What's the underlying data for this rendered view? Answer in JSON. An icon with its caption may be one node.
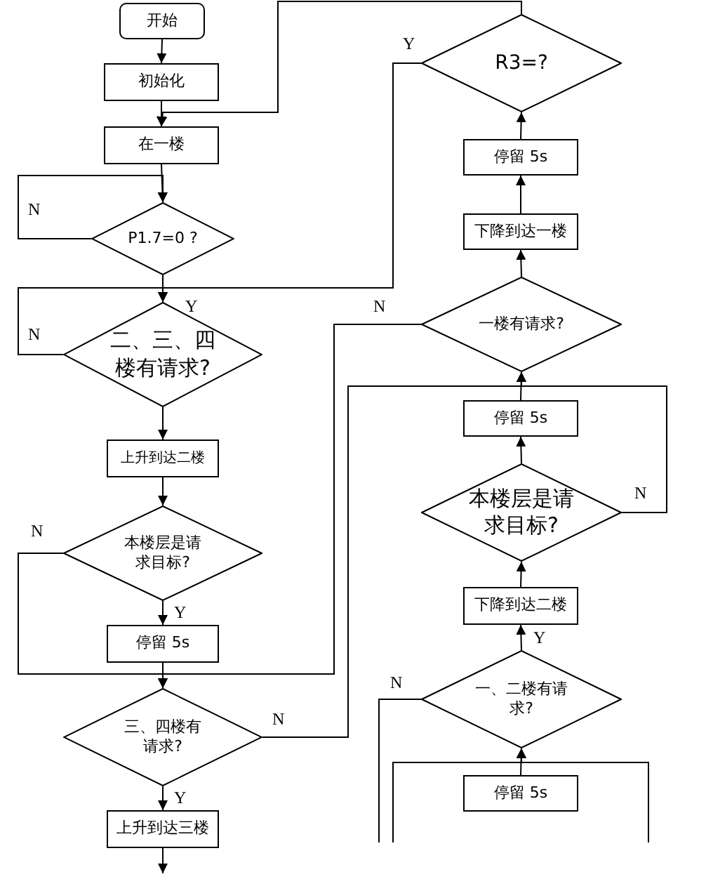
{
  "diagram": {
    "nodes": [
      {
        "text": [
          "开始"
        ]
      },
      {
        "text": [
          "初始化"
        ]
      },
      {
        "text": [
          "在一楼"
        ]
      },
      {
        "text": [
          "P1.7=0 ?"
        ]
      },
      {
        "text": [
          "二、三、四楼有请求?"
        ]
      },
      {
        "text": [
          "上升到达二楼"
        ]
      },
      {
        "text": [
          "本楼层是请求目标?"
        ]
      },
      {
        "text": [
          "停留 5s"
        ]
      },
      {
        "text": [
          "三、四楼有请求?"
        ]
      },
      {
        "text": [
          "上升到达三楼"
        ]
      },
      {
        "text": [
          "R3=?"
        ]
      },
      {
        "text": [
          "停留 5s"
        ]
      },
      {
        "text": [
          "下降到达一楼"
        ]
      },
      {
        "text": [
          "一楼有请求?"
        ]
      },
      {
        "text": [
          "停留 5s"
        ]
      },
      {
        "text": [
          "本楼层是请求目标?"
        ]
      },
      {
        "text": [
          "下降到达二楼"
        ]
      },
      {
        "text": [
          "一、二楼有请求?"
        ]
      },
      {
        "text": [
          "停留 5s"
        ]
      }
    ],
    "edges": [
      {
        "from": 0,
        "to": 1,
        "arrow": "to"
      },
      {
        "from": 1,
        "to": 2,
        "arrow": "to"
      },
      {
        "from": 2,
        "to": 3,
        "arrow": "to"
      },
      {
        "from": 3,
        "to": 3,
        "arrow": "to",
        "label": "N"
      },
      {
        "from": 3,
        "to": 4,
        "arrow": "to",
        "label": "Y"
      },
      {
        "from": 4,
        "to": 4,
        "arrow": "to",
        "label": "N"
      },
      {
        "from": 4,
        "to": 5,
        "arrow": "to"
      },
      {
        "from": 5,
        "to": 6,
        "arrow": "to"
      },
      {
        "from": 6,
        "to": 8,
        "arrow": "to",
        "label": "N"
      },
      {
        "from": 6,
        "to": 7,
        "arrow": "to",
        "label": "Y"
      },
      {
        "from": 7,
        "to": 8,
        "arrow": "to"
      },
      {
        "from": 8,
        "to": 9,
        "arrow": "to",
        "label": "Y"
      },
      {
        "from": 9,
        "to": null,
        "arrow": "to"
      },
      {
        "from": 8,
        "to": 13,
        "arrow": "to",
        "label": "N"
      },
      {
        "from": 13,
        "to": 8,
        "arrow": "to",
        "label": "N"
      },
      {
        "from": 13,
        "to": 12,
        "arrow": "to"
      },
      {
        "from": 12,
        "to": 11,
        "arrow": "to"
      },
      {
        "from": 11,
        "to": 10,
        "arrow": "to"
      },
      {
        "from": 10,
        "to": 4,
        "arrow": "to",
        "label": "Y"
      },
      {
        "from": 10,
        "to": 2,
        "arrow": "to"
      },
      {
        "from": 14,
        "to": 13,
        "arrow": "to"
      },
      {
        "from": 15,
        "to": 14,
        "arrow": "to"
      },
      {
        "from": 15,
        "to": 13,
        "arrow": "to",
        "label": "N"
      },
      {
        "from": 16,
        "to": 15,
        "arrow": "to"
      },
      {
        "from": 17,
        "to": 16,
        "arrow": "to",
        "label": "Y"
      },
      {
        "from": 18,
        "to": 17,
        "arrow": "to"
      },
      {
        "from": null,
        "to": 17,
        "arrow": "to"
      },
      {
        "from": null,
        "to": 17,
        "arrow": "to"
      },
      {
        "from": 17,
        "to": null,
        "arrow": "none",
        "label": "N"
      }
    ]
  }
}
